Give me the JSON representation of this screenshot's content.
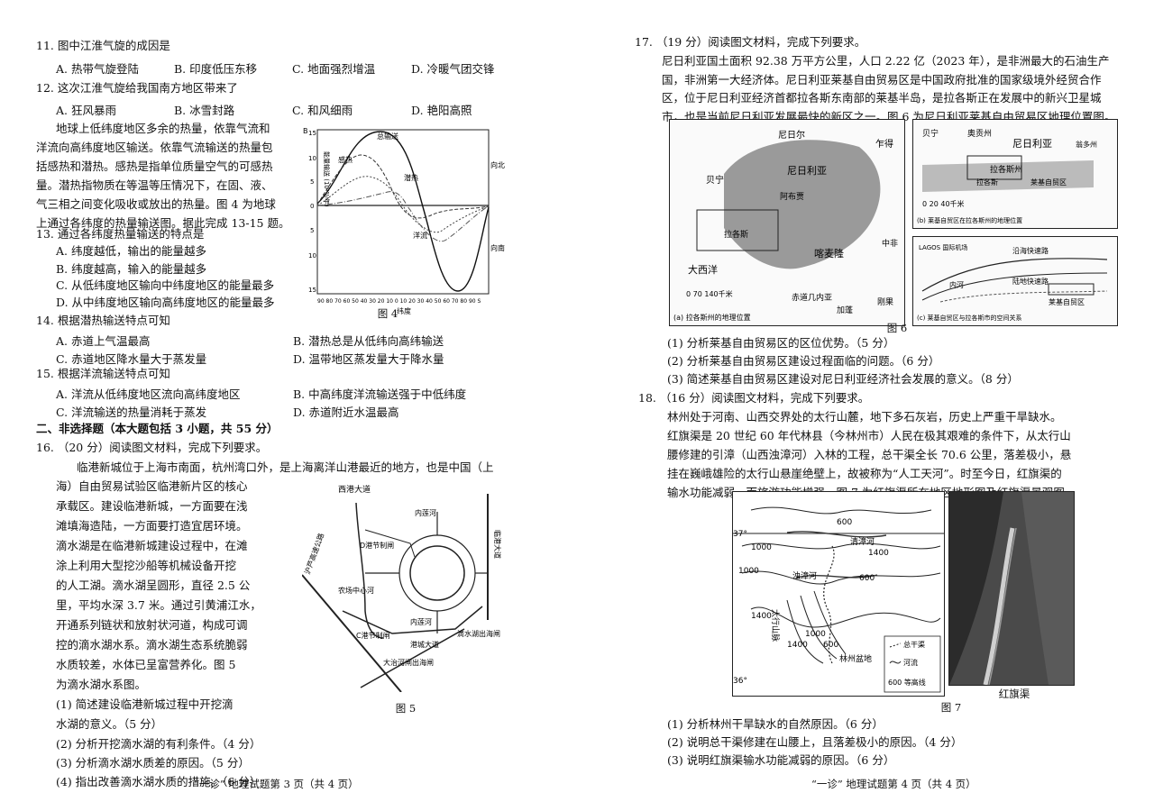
{
  "left": {
    "q11": {
      "stem": "11. 图中江淮气旋的成因是",
      "A": "A. 热带气旋登陆",
      "B": "B. 印度低压东移",
      "C": "C. 地面强烈增温",
      "D": "D. 冷暖气团交锋"
    },
    "q12": {
      "stem": "12. 这次江淮气旋给我国南方地区带来了",
      "A": "A. 狂风暴雨",
      "B": "B. 冰雪封路",
      "C": "C. 和风细雨",
      "D": "D. 艳阳高照"
    },
    "intro_lines": [
      "地球上低纬度地区多余的热量，依靠气流和",
      "洋流向高纬度地区输送。依靠气流输送的热量包",
      "括感热和潜热。感热是指单位质量空气的可感热",
      "量。潜热指物质在等温等压情况下，在固、液、",
      "气三相之间变化吸收或放出的热量。图 4 为地球",
      "上通过各纬度的热量输送图。据此完成 13-15 题。"
    ],
    "fig4": {
      "caption": "图 4",
      "ylabel": "能量输送 (10¹⁵J/年)",
      "xlabel": "纬度",
      "label_B": "B",
      "north": "向北",
      "south": "向南",
      "series_total": "总输送",
      "series_sensible": "感热",
      "series_latent": "潜热",
      "series_ocean": "洋流",
      "y_ticks": [
        "15",
        "10",
        "5",
        "0",
        "5",
        "10",
        "15"
      ],
      "x_ticks": "90 80 70 60 50 40 30 20 10 0 10 20 30 40 50 60 70 80 90 S"
    },
    "q13": {
      "stem": "13. 通过各纬度热量输送的特点是",
      "A": "A. 纬度越低，输出的能量越多",
      "B": "B. 纬度越高，输入的能量越多",
      "C": "C. 从低纬度地区输向中纬度地区的能量最多",
      "D": "D. 从中纬度地区输向高纬度地区的能量最多"
    },
    "q14": {
      "stem": "14. 根据潜热输送特点可知",
      "A": "A. 赤道上气温最高",
      "B": "B. 潜热总是从低纬向高纬输送",
      "C": "C. 赤道地区降水量大于蒸发量",
      "D": "D. 温带地区蒸发量大于降水量"
    },
    "q15": {
      "stem": "15. 根据洋流输送特点可知",
      "A": "A. 洋流从低纬度地区流向高纬度地区",
      "B": "B. 中高纬度洋流输送强于中低纬度",
      "C": "C. 洋流输送的热量消耗于蒸发",
      "D": "D. 赤道附近水温最高"
    },
    "section2": "二、非选择题（本大题包括 3 小题，共 55 分）",
    "q16": {
      "head": "16. （20 分）阅读图文材料，完成下列要求。",
      "line1": "临港新城位于上海市南面，杭州湾口外，是上海离洋山港最近的地方，也是中国（上",
      "lines": [
        "海）自由贸易试验区临港新片区的核心",
        "承载区。建设临港新城，一方面要在浅",
        "滩填海造陆，一方面要打造宜居环境。",
        "滴水湖是在临港新城建设过程中，在滩",
        "涂上利用大型挖沙船等机械设备开挖",
        "的人工湖。滴水湖呈圆形，直径 2.5 公",
        "里，平均水深 3.7 米。通过引黄浦江水，",
        "开通系列链状和放射状河道，构成可调",
        "控的滴水湖水系。滴水湖生态系统脆弱",
        "水质较差，水体已呈富营养化。图 5",
        "为滴水湖水系图。"
      ],
      "sub1a": "(1) 简述建设临港新城过程中开挖滴",
      "sub1b": "水湖的意义。（5 分）",
      "sub2": "(2) 分析开挖滴水湖的有利条件。（4 分）",
      "sub3": "(3) 分析滴水湖水质差的原因。（5 分）",
      "sub4": "(4) 指出改善滴水湖水质的措施。（6 分）"
    },
    "fig5": {
      "caption": "图 5",
      "west_canal": "西港大道",
      "gate_d": "D港节制闸",
      "inner_river": "内莲河",
      "gate_c": "C港节制闸",
      "center_road": "农场中心河",
      "expressway": "沪芦高速公路",
      "outer_road": "港城大道",
      "big_road": "临港大道",
      "inlet_gate": "滴水湖出海闸",
      "outlet_gate": "大治河闸出海闸",
      "inner_label": "内莲河"
    },
    "footer": "“一诊” 地理试题第 3 页（共 4 页）"
  },
  "right": {
    "q17": {
      "head": "17. （19 分）阅读图文材料，完成下列要求。",
      "lines": [
        "尼日利亚国土面积 92.38 万平方公里，人口 2.22 亿（2023 年），是非洲最大的石油生产",
        "国，非洲第一大经济体。尼日利亚莱基自由贸易区是中国政府批准的国家级境外经贸合作",
        "区，位于尼日利亚经济首都拉各斯东南部的莱基半岛，是拉各斯正在发展中的新兴卫星城",
        "市，也是当前尼日利亚发展最快的新区之一。图 6 为尼日利亚莱基自由贸易区地理位置图。"
      ],
      "sub1": "(1) 分析莱基自由贸易区的区位优势。（5 分）",
      "sub2": "(2) 分析莱基自由贸易区建设过程面临的问题。（6 分）",
      "sub3": "(3) 简述莱基自由贸易区建设对尼日利亚经济社会发展的意义。（8 分）"
    },
    "fig6": {
      "caption": "图 6",
      "niger": "尼日尔",
      "chad": "乍得",
      "nigeria": "尼日利亚",
      "benin": "贝宁",
      "abuja": "阿布贾",
      "lagos": "拉各斯",
      "cameroon": "喀麦隆",
      "atlantic": "大西洋",
      "car": "中非",
      "eqguinea": "赤道几内亚",
      "gabon": "加蓬",
      "congo": "刚果",
      "scale_a": "0   70  140千米",
      "cap_a": "(a) 拉各斯州的地理位置",
      "b_benin": "贝宁",
      "b_oyo": "奥贡州",
      "b_nigeria": "尼日利亚",
      "b_ondo": "翁多州",
      "b_lagos": "拉各斯州",
      "b_lagos_city": "拉各斯",
      "b_lekki": "莱基自贸区",
      "b_scale": "0  20  40千米",
      "cap_b": "(b) 莱基自贸区在拉各斯州的地理位置",
      "c_lagos": "LAGOS 国际机场",
      "c_express": "沿海快速路",
      "c_road": "陆地快速路",
      "c_lekki": "莱基自贸区",
      "c_river": "内河",
      "cap_c": "(c) 莱基自贸区与拉各斯市的空间关系"
    },
    "q18": {
      "head": "18. （16 分）阅读图文材料，完成下列要求。",
      "lines": [
        "林州处于河南、山西交界处的太行山麓，地下多石灰岩，历史上严重干旱缺水。",
        "红旗渠是 20 世纪 60 年代林县（今林州市）人民在极其艰难的条件下，从太行山",
        "腰修建的引漳（山西浊漳河）入林的工程，总干渠全长 70.6 公里，落差极小，悬",
        "挂在巍峨雄险的太行山悬崖绝壁上，故被称为“人工天河”。时至今日，红旗渠的",
        "输水功能减弱，而旅游功能增强。图 7 为红旗渠所在地区地形图及红旗渠景观图。"
      ],
      "sub1": "(1) 分析林州干旱缺水的自然原因。（6 分）",
      "sub2": "(2) 说明总干渠修建在山腰上，且落差极小的原因。（4 分）",
      "sub3": "(3) 说明红旗渠输水功能减弱的原因。（6 分）"
    },
    "fig7": {
      "caption": "图 7",
      "photo_caption": "红旗渠",
      "lat37": "37°",
      "lat36": "36°",
      "c600a": "600",
      "c1000a": "1000",
      "c1000b": "1000",
      "c1400a": "1400",
      "c1400b": "1400",
      "c1000c": "1000",
      "c600b": "600",
      "c600c": "600",
      "c1400c": "1400",
      "river1": "清漳河",
      "river2": "浊漳河",
      "mountain": "太行山脉",
      "basin": "林州盆地",
      "legend_canal": "总干渠",
      "legend_river": "河流",
      "legend_contour": "600 等高线"
    },
    "footer": "“一诊” 地理试题第 4 页（共 4 页）"
  }
}
